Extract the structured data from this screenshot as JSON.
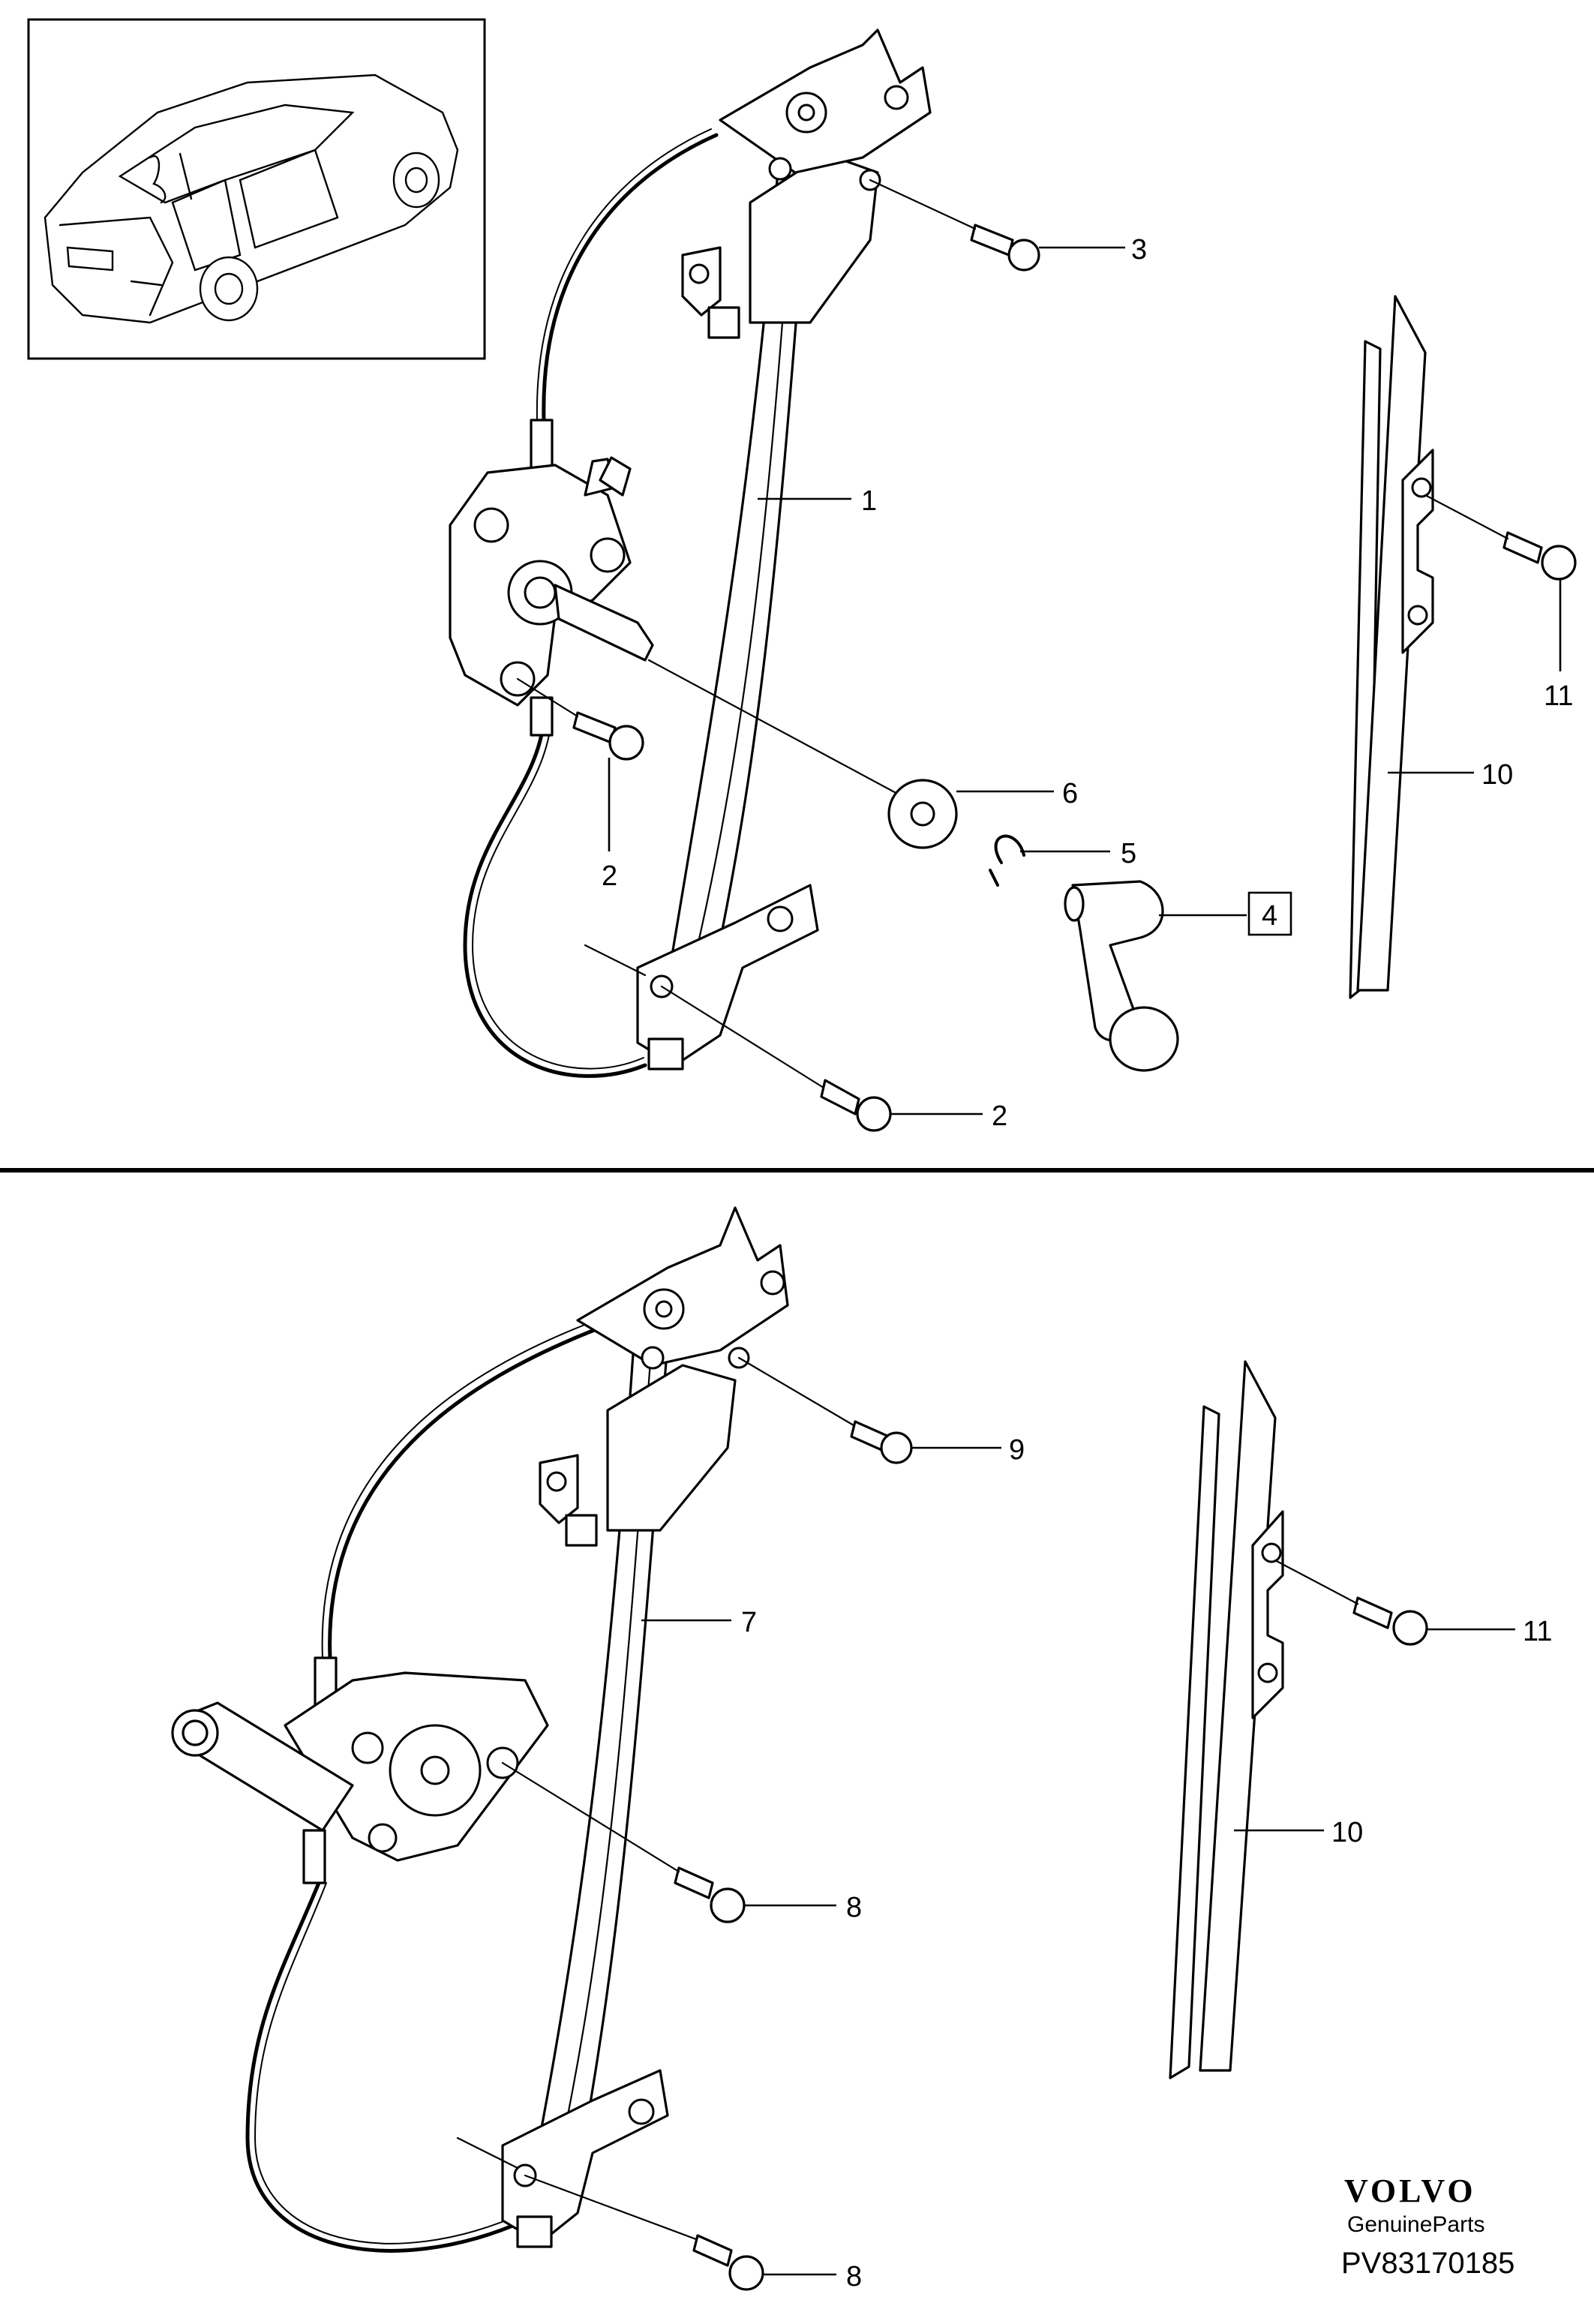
{
  "callouts": {
    "top": {
      "c1": "1",
      "c2a": "2",
      "c2b": "2",
      "c3": "3",
      "c4": "4",
      "c5": "5",
      "c6": "6",
      "c10": "10",
      "c11": "11"
    },
    "bottom": {
      "c7": "7",
      "c8a": "8",
      "c8b": "8",
      "c9": "9",
      "c10": "10",
      "c11": "11"
    }
  },
  "branding": {
    "logo_text": "VOLVO",
    "sub_text": "GenuineParts",
    "part_code": "PV83170185"
  }
}
